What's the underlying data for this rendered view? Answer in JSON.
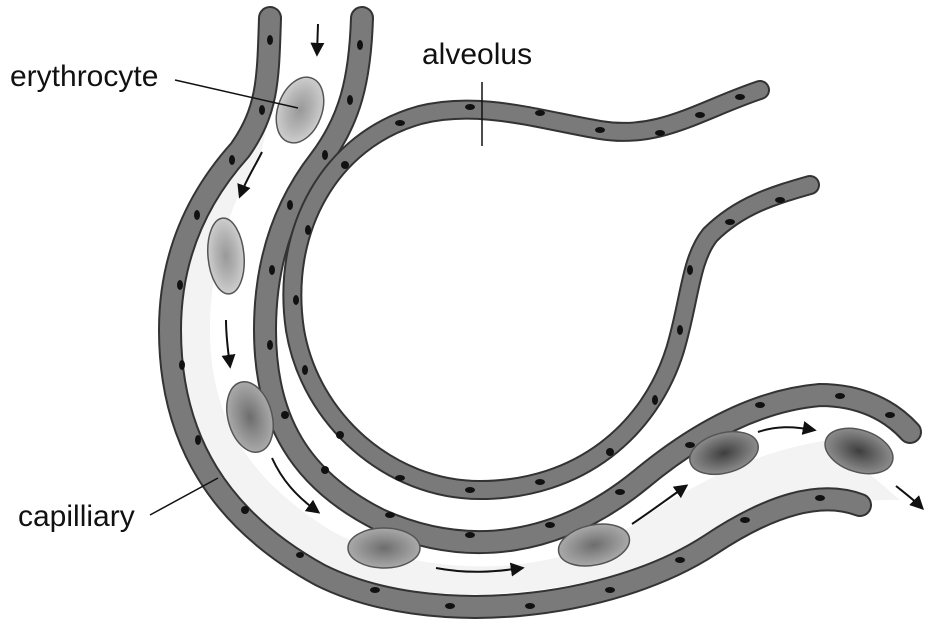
{
  "labels": {
    "erythrocyte": "erythrocyte",
    "alveolus": "alveolus",
    "capillary": "capilliary"
  },
  "colors": {
    "wall": "#7a7a7a",
    "wall_edge": "#3a3a3a",
    "lumen": "#f3f3f3",
    "nucleus": "#111111",
    "cell_early_outer": "#c9c9c9",
    "cell_early_inner": "#a9a9a9",
    "cell_late_outer": "#8d8d8d",
    "cell_late_inner": "#555555",
    "arrow": "#111111",
    "pointer": "#111111"
  },
  "icons": [
    "flow-arrow"
  ]
}
